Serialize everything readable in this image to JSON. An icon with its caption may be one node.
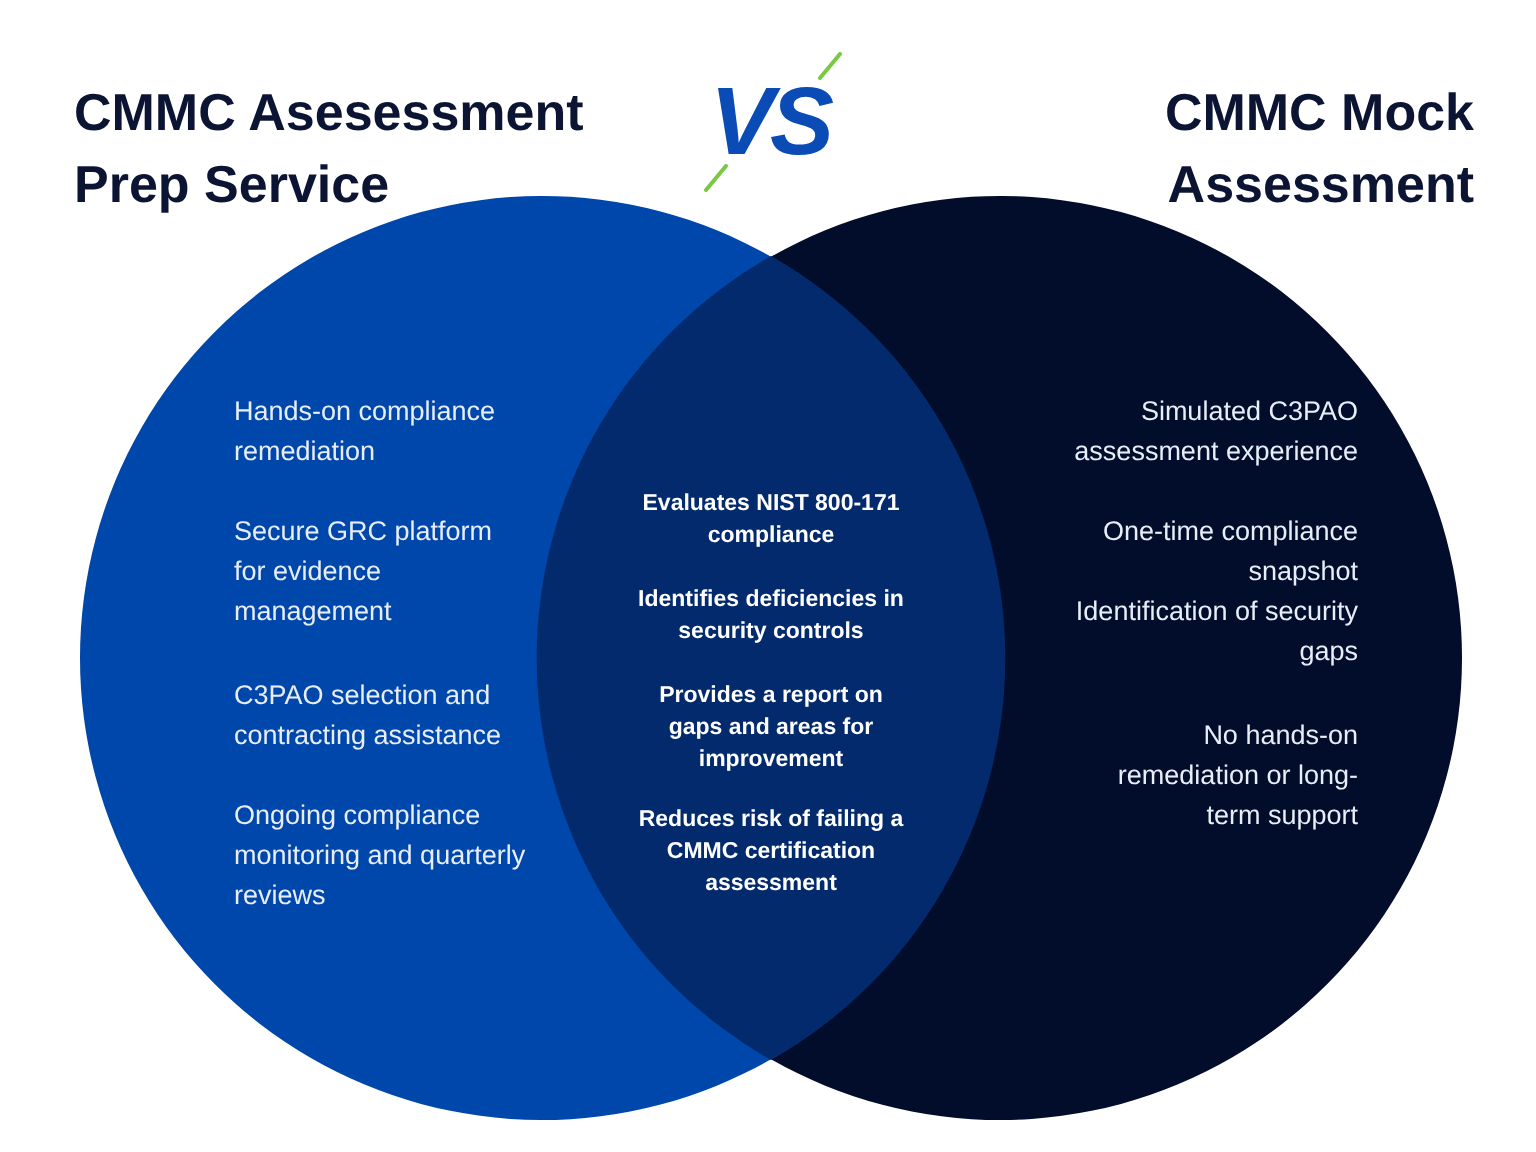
{
  "diagram": {
    "nodes": [
      {
        "text": [
          "CMMC Asesessment Prep Service",
          "Hands-on compliance remediation",
          "Secure GRC platform for evidence management",
          "C3PAO selection and contracting assistance",
          "Ongoing compliance monitoring and quarterly reviews"
        ]
      },
      {
        "text": [
          "CMMC Mock Assessment",
          "Simulated C3PAO assessment experience",
          "One-time compliance snapshot",
          "Identification of security gaps",
          "No hands-on remediation or long-term support"
        ]
      },
      {
        "text": [
          "Evaluates NIST 800-171 compliance",
          "Identifies deficiencies in security controls",
          "Provides a report on gaps and areas for improvement",
          "Reduces risk of failing a CMMC certification assessment"
        ]
      }
    ],
    "labels": [
      "VS"
    ]
  }
}
